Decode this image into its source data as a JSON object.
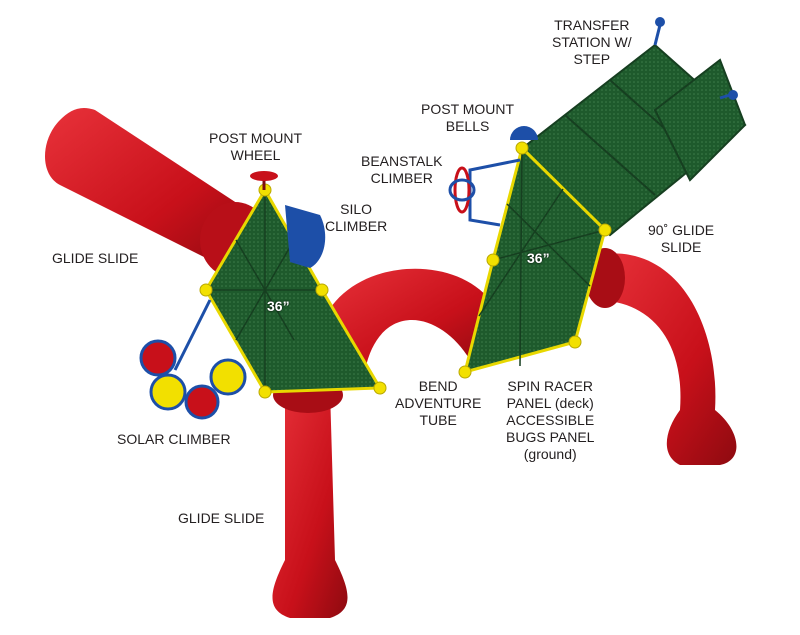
{
  "labels": {
    "transfer_station": [
      "TRANSFER",
      "STATION W/",
      "STEP"
    ],
    "post_mount_bells": [
      "POST MOUNT",
      "BELLS"
    ],
    "beanstalk_climber": [
      "BEANSTALK",
      "CLIMBER"
    ],
    "post_mount_wheel": [
      "POST MOUNT",
      "WHEEL"
    ],
    "silo_climber": [
      "SILO",
      "CLIMBER"
    ],
    "glide_slide_upper": "GLIDE SLIDE",
    "glide_slide_lower": "GLIDE SLIDE",
    "ninety_glide_slide": [
      "90˚ GLIDE",
      "SLIDE"
    ],
    "solar_climber": "SOLAR CLIMBER",
    "bend_adventure_tube": [
      "BEND",
      "ADVENTURE",
      "TUBE"
    ],
    "spin_racer": [
      "SPIN RACER",
      "PANEL (deck)",
      "ACCESSIBLE",
      "BUGS PANEL",
      "(ground)"
    ]
  },
  "deck_heights": {
    "left": "36”",
    "right": "36”"
  },
  "colors": {
    "slide_red": "#d0141c",
    "deck_green": "#1e5a2c",
    "bolt_yellow": "#f2e000",
    "frame_blue": "#1d4fa8"
  }
}
